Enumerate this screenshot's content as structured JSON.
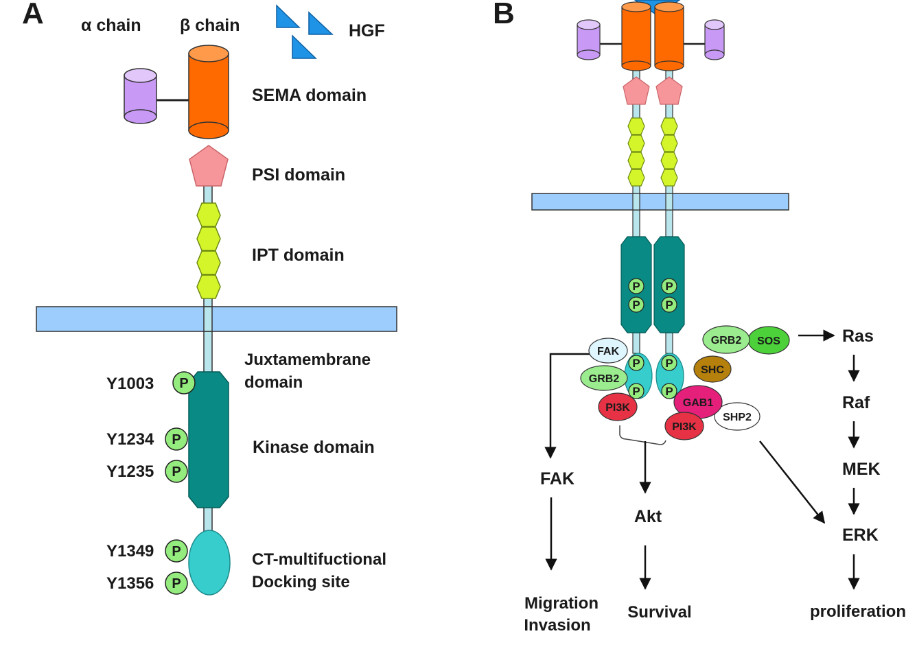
{
  "panel_a": {
    "letter": "A",
    "alpha_chain": "α chain",
    "beta_chain": "β chain",
    "ligand": "HGF",
    "domains": {
      "sema": "SEMA domain",
      "psi": "PSI domain",
      "ipt": "IPT domain",
      "juxta_line1": "Juxtamembrane",
      "juxta_line2": "domain",
      "kinase": "Kinase domain",
      "ct_line1": "CT-multifuctional",
      "ct_line2": "Docking site"
    },
    "tyrosines": [
      "Y1003",
      "Y1234",
      "Y1235",
      "Y1349",
      "Y1356"
    ],
    "phospho_symbol": "P"
  },
  "panel_b": {
    "letter": "B",
    "adaptors": {
      "fak": "FAK",
      "grb2_left": "GRB2",
      "pi3k_left": "PI3K",
      "grb2_right": "GRB2",
      "sos": "SOS",
      "shc": "SHC",
      "gab1": "GAB1",
      "pi3k_right": "PI3K",
      "shp2": "SHP2"
    },
    "pathway_fak": {
      "node": "FAK",
      "outcome_line1": "Migration",
      "outcome_line2": "Invasion"
    },
    "pathway_akt": {
      "node": "Akt",
      "outcome": "Survival"
    },
    "pathway_mapk": {
      "nodes": [
        "Ras",
        "Raf",
        "MEK",
        "ERK"
      ],
      "outcome": "proliferation"
    }
  },
  "colors": {
    "alpha_chain": "#c99af5",
    "beta_sema": "#ff6a00",
    "psi": "#f7969a",
    "ipt": "#d5f52b",
    "membrane": "#9dcdfc",
    "kinase": "#0a8a84",
    "docking": "#36cdcc",
    "phospho": "#95ec7e",
    "hgf": "#1f94e6",
    "grb2": "#9bec8e",
    "sos": "#4cd13a",
    "shc": "#b5800c",
    "gab1": "#e4207a",
    "pi3k": "#e63244",
    "fak": "#dff6ff",
    "shp2": "#ffffff"
  }
}
